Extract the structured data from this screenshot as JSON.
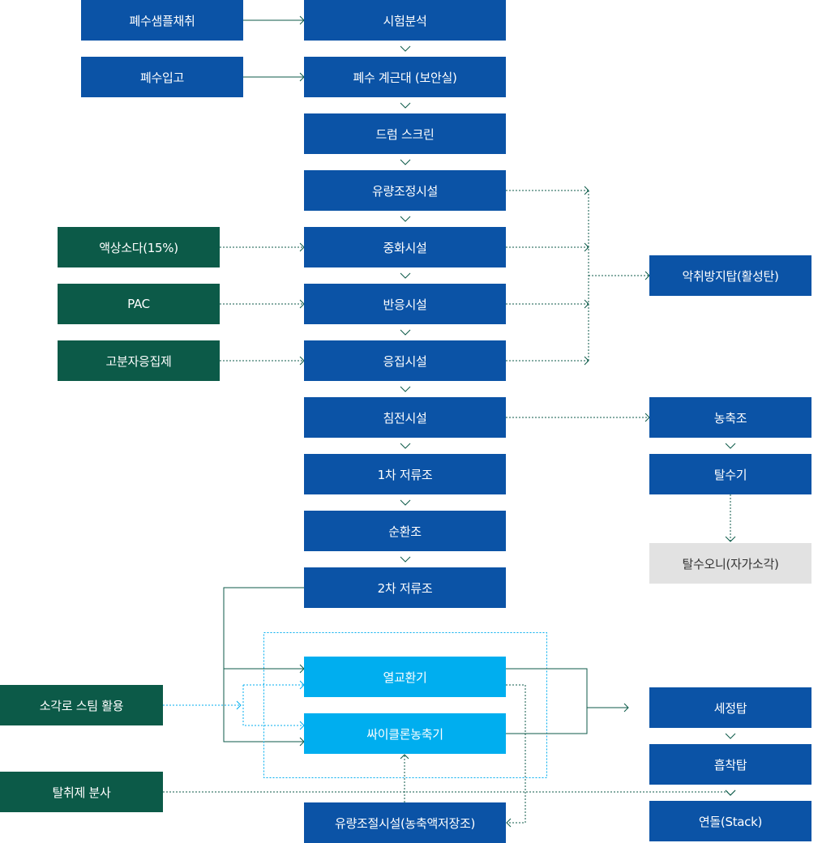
{
  "colors": {
    "main_box": "#0b53a6",
    "chemical_box": "#0c5a48",
    "heat_box": "#00aeef",
    "sludge_box": "#e2e2e2",
    "connector": "#0c5a48"
  },
  "nodes": {
    "sampling": "폐수샘플채취",
    "analysis": "시험분석",
    "intake": "폐수입고",
    "metering": "폐수 계근대 (보안실)",
    "drum_screen": "드럼 스크린",
    "equalization": "유량조정시설",
    "caustic": "액상소다(15%)",
    "neutralization": "중화시설",
    "pac": "PAC",
    "reaction": "반응시설",
    "polymer": "고분자응집제",
    "coagulation": "응집시설",
    "sedimentation": "침전시설",
    "storage1": "1차 저류조",
    "circulation": "순환조",
    "storage2": "2차 저류조",
    "odor_tower": "악취방지탑(활성탄)",
    "thickener": "농축조",
    "dewatering": "탈수기",
    "sludge": "탈수오니(자가소각)",
    "steam": "소각로 스팀 활용",
    "heat_exchanger": "열교환기",
    "cyclone": "싸이클론농축기",
    "denitro": "탈취제 분사",
    "concentrate_tank": "유량조절시설(농축액저장조)",
    "scrubber": "세정탑",
    "adsorption": "흡착탑",
    "stack": "연돌(Stack)"
  }
}
